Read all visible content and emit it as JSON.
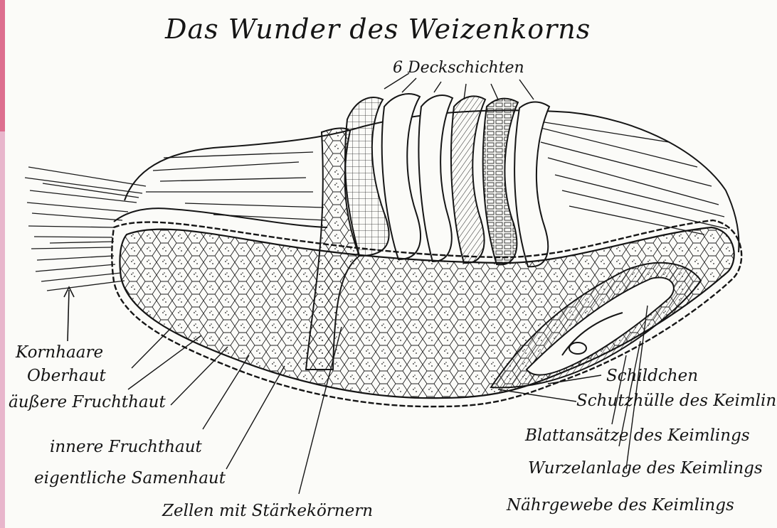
{
  "title": "Das Wunder des Weizenkorns",
  "colors": {
    "edge_accent": "#dd6f8f",
    "edge_light": "#e8b6cc",
    "ink": "#151515",
    "paper": "#fbfbf8"
  },
  "top_label": "6 Deckschichten",
  "left_labels": [
    "Kornhaare",
    "Oberhaut",
    "äußere Fruchthaut",
    "innere Fruchthaut",
    "eigentliche Samenhaut"
  ],
  "bottom_label": "Zellen mit Stärkekörnern",
  "right_labels": [
    "Schildchen",
    "Schutzhülle des Keimlings",
    "Blattansätze des Keimlings",
    "Wurzelanlage des Keimlings",
    "Nährgewebe des Keimlings"
  ]
}
